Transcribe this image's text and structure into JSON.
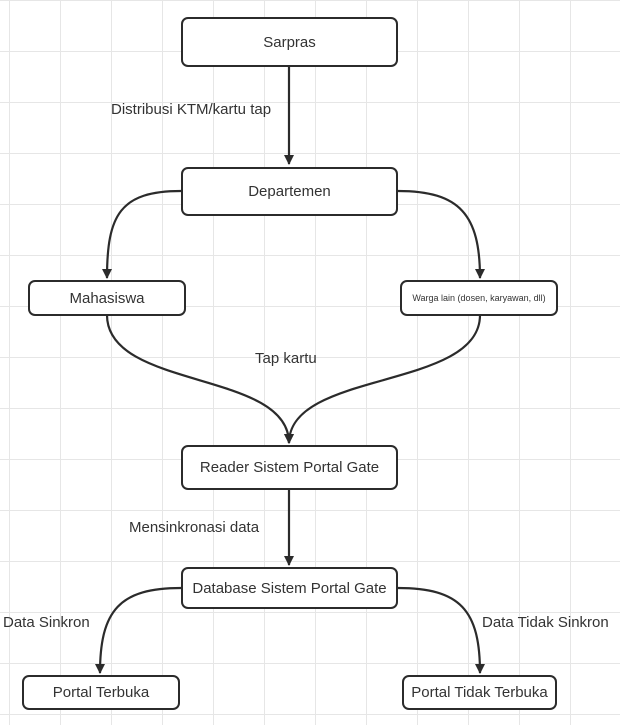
{
  "nodes": {
    "sarpras": "Sarpras",
    "departemen": "Departemen",
    "mahasiswa": "Mahasiswa",
    "warga_lain": "Warga lain (dosen, karyawan, dll)",
    "reader": "Reader Sistem Portal Gate",
    "database": "Database Sistem Portal Gate",
    "portal_terbuka": "Portal Terbuka",
    "portal_tidak_terbuka": "Portal Tidak Terbuka"
  },
  "edge_labels": {
    "distribusi": "Distribusi KTM/kartu tap",
    "tap_kartu": "Tap kartu",
    "mensinkronasi": "Mensinkronasi data",
    "data_sinkron": "Data Sinkron",
    "data_tidak_sinkron": "Data Tidak Sinkron"
  },
  "colors": {
    "stroke": "#2b2b2b",
    "text": "#333333",
    "grid": "#e6e6e6"
  }
}
